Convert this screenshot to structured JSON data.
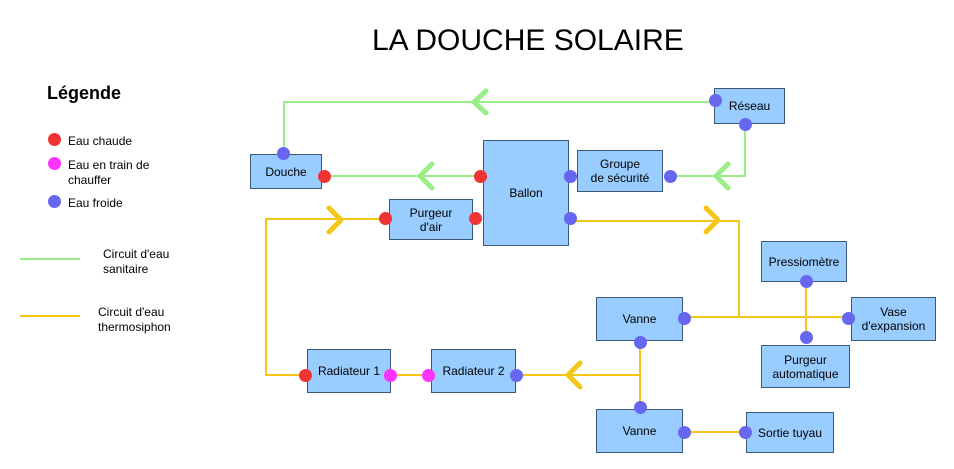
{
  "title": "LA DOUCHE SOLAIRE",
  "legend": {
    "title": "Légende",
    "hot": "Eau chaude",
    "heating_line1": "Eau en train de",
    "heating_line2": "chauffer",
    "cold": "Eau froide",
    "sanitary_line1": "Circuit d'eau",
    "sanitary_line2": "sanitaire",
    "thermo_line1": "Circuit d'eau",
    "thermo_line2": "thermosiphon"
  },
  "colors": {
    "sanitary": "#99ee88",
    "thermosiphon": "#f5c518",
    "hot": "#f03434",
    "heating": "#ff33ff",
    "cold": "#6666ee",
    "box": "#99ccff"
  },
  "nodes": {
    "reseau": "Réseau",
    "douche": "Douche",
    "ballon": "Ballon",
    "groupe_line1": "Groupe",
    "groupe_line2": "de sécurité",
    "purgeur_air_line1": "Purgeur",
    "purgeur_air_line2": "d'air",
    "pressiometre": "Pressiomètre",
    "vase_line1": "Vase",
    "vase_line2": "d'expansion",
    "vanne_top": "Vanne",
    "purgeur_auto_line1": "Purgeur",
    "purgeur_auto_line2": "automatique",
    "radiateur1": "Radiateur 1",
    "radiateur2": "Radiateur 2",
    "vanne_bottom": "Vanne",
    "sortie": "Sortie tuyau"
  }
}
